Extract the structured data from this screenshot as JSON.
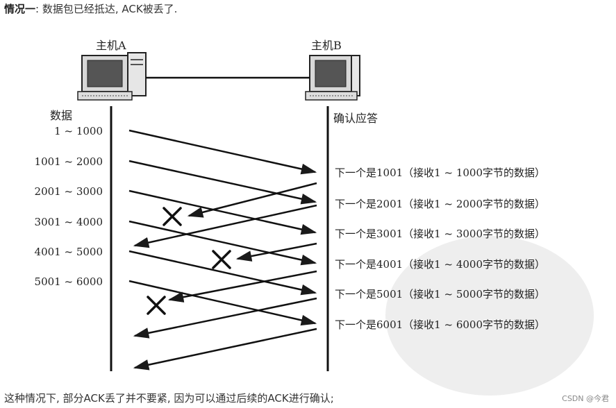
{
  "heading": {
    "lead": "情况一",
    "rest": ": 数据包已经抵达, ACK被丢了."
  },
  "hosts": {
    "a": "主机A",
    "b": "主机B"
  },
  "left_title": "数据",
  "right_title": "确认应答",
  "segments": [
    "1 ~ 1000",
    "1001 ~ 2000",
    "2001 ~ 3000",
    "3001 ~ 4000",
    "4001 ~ 5000",
    "5001 ~ 6000"
  ],
  "acks": [
    "下一个是1001（接收1 ~ 1000字节的数据）",
    "下一个是2001（接收1 ~ 2000字节的数据）",
    "下一个是3001（接收1 ~ 3000字节的数据）",
    "下一个是4001（接收1 ~ 4000字节的数据）",
    "下一个是5001（接收1 ~ 5000字节的数据）",
    "下一个是6001（接收1 ~ 6000字节的数据）"
  ],
  "footer": "这种情况下, 部分ACK丢了并不要紧, 因为可以通过后续的ACK进行确认;",
  "watermark": "CSDN @今君"
}
